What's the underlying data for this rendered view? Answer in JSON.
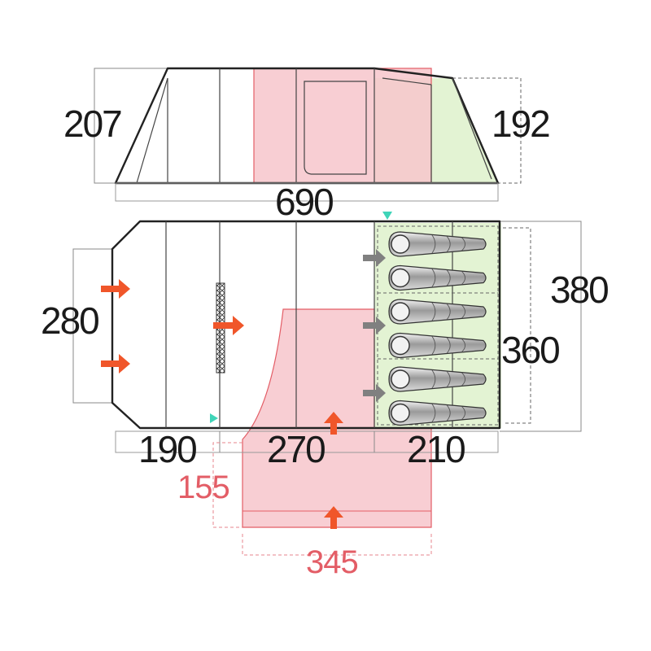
{
  "dimensions": {
    "side_height_left": "207",
    "side_height_right": "192",
    "total_length": "690",
    "floor_width_left": "280",
    "total_width": "380",
    "bedroom_width": "360",
    "section_left": "190",
    "section_middle": "270",
    "section_right": "210",
    "porch_depth": "155",
    "porch_width": "345"
  },
  "sleeping_bag_count": 6,
  "colors": {
    "outline": "#222222",
    "porch_fill": "#f7c6cb",
    "porch_stroke": "#e35d66",
    "bedroom_fill": "#e3f3d3",
    "entry_arrow": "#f0562a",
    "airflow_arrow": "#808080",
    "vent_marker": "#3fd4b8",
    "bag_gray": "#9a9a9a"
  },
  "icons": {
    "entry": "door-arrow-icon",
    "airflow": "vent-arrow-icon",
    "sleeper": "sleeping-bag-icon",
    "vent": "vent-triangle-icon"
  }
}
